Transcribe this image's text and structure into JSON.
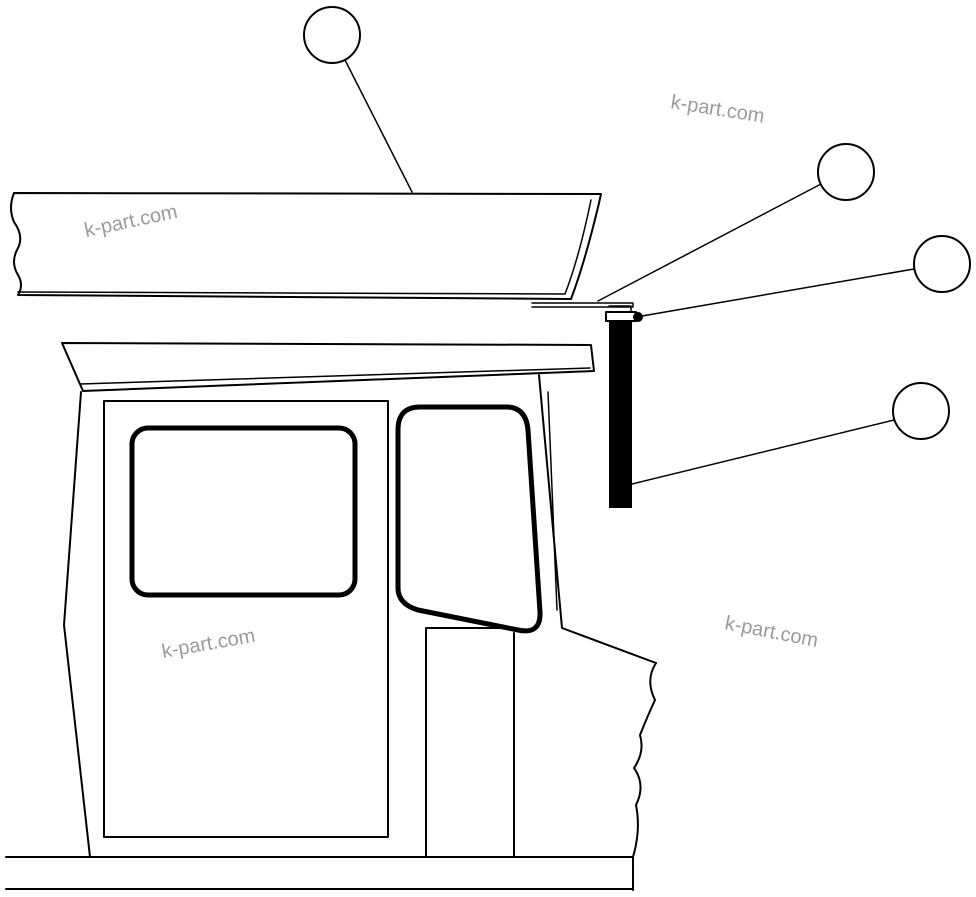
{
  "watermarks": [
    "k-part.com",
    "k-part.com",
    "k-part.com",
    "k-part.com"
  ],
  "callouts": [
    {
      "id": "callout-1",
      "label": ""
    },
    {
      "id": "callout-2",
      "label": ""
    },
    {
      "id": "callout-3",
      "label": ""
    },
    {
      "id": "callout-4",
      "label": ""
    }
  ],
  "colors": {
    "line": "#000000",
    "background": "#ffffff",
    "watermark": "#9a9a9a"
  }
}
